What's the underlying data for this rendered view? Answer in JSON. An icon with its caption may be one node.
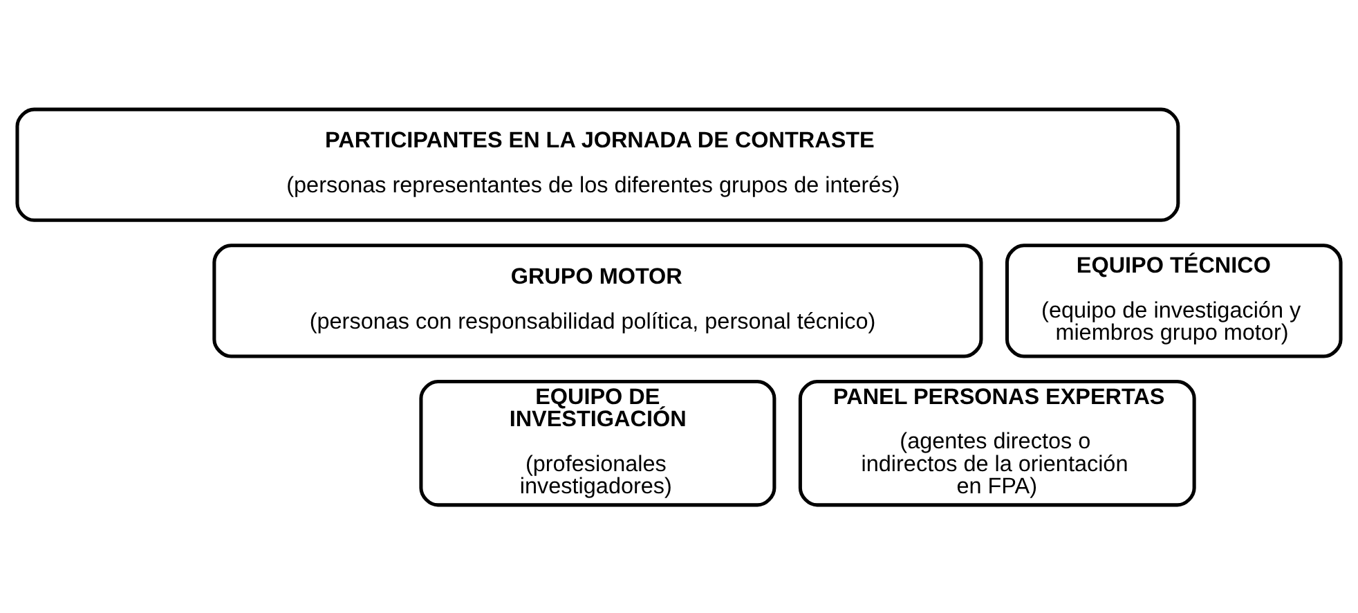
{
  "diagram": {
    "nodes": [
      {
        "text": [
          "PARTICIPANTES EN LA JORNADA DE CONTRASTE",
          "(personas representantes de los diferentes grupos de interés)"
        ]
      },
      {
        "text": [
          "GRUPO MOTOR",
          "(personas con responsabilidad política, personal técnico)"
        ]
      },
      {
        "text": [
          "EQUIPO TÉCNICO",
          "(equipo de investigación y miembros grupo motor)"
        ]
      },
      {
        "text": [
          "EQUIPO DE INVESTIGACIÓN",
          "(profesionales investigadores)"
        ]
      },
      {
        "text": [
          "PANEL PERSONAS EXPERTAS",
          "(agentes directos o indirectos de la orientación en FPA)"
        ]
      }
    ]
  }
}
